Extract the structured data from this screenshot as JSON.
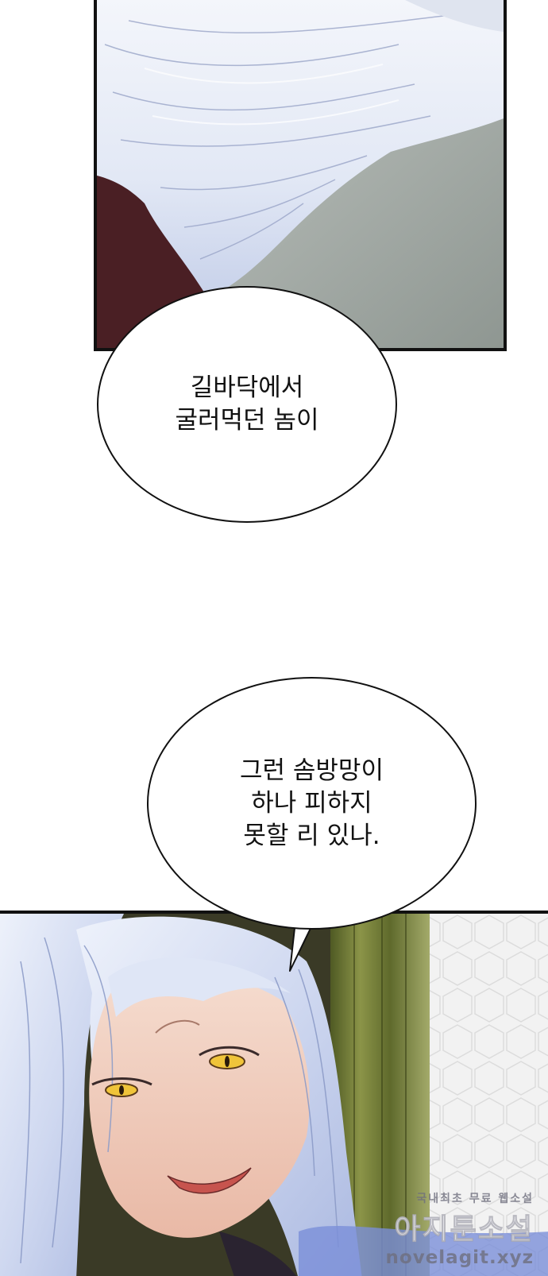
{
  "colors": {
    "panel_border": "#111111",
    "page_background": "#ffffff",
    "hair": "#e6ecf7",
    "hair_shadow": "#b7c3e3",
    "robe_dark": "#4a1f24",
    "background_grey": "#a8b0ab",
    "skin": "#f1cdbd",
    "eye": "#f0c43a",
    "curtain_green": "#6f7a38",
    "wall_pattern": "#eeeeee"
  },
  "panel_top": {
    "illustration": "white-haired-figure-closeup"
  },
  "bubble_1": {
    "lines": [
      "길바닥에서",
      "굴러먹던 놈이"
    ]
  },
  "bubble_2": {
    "lines": [
      "그런 솜방망이",
      "하나 피하지",
      "못할 리 있나."
    ]
  },
  "panel_bottom": {
    "illustration": "smirking-white-haired-man-golden-eyes"
  },
  "watermark": {
    "line1": "국내최초 무료 웹소설",
    "line2": "아지툰소설",
    "line3": "novelagit.xyz"
  }
}
